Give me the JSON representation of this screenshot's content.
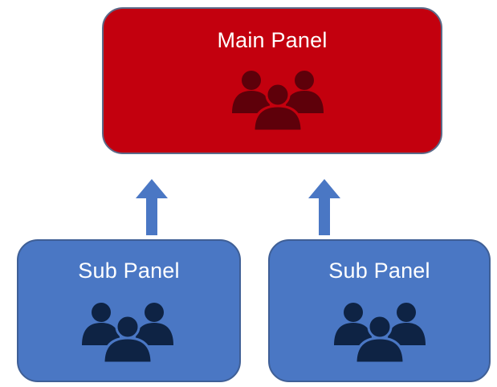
{
  "main_panel": {
    "title": "Main Panel",
    "fill_color": "#c3000e",
    "icon": "people-group-icon",
    "icon_color": "#5e000a"
  },
  "sub_panels": [
    {
      "title": "Sub Panel",
      "fill_color": "#4a77c4",
      "icon": "people-group-icon",
      "icon_color": "#0e2344"
    },
    {
      "title": "Sub Panel",
      "fill_color": "#4a77c4",
      "icon": "people-group-icon",
      "icon_color": "#0e2344"
    }
  ],
  "arrows": [
    {
      "from": "sub_panels.0",
      "to": "main_panel",
      "direction": "up",
      "color": "#4a77c4"
    },
    {
      "from": "sub_panels.1",
      "to": "main_panel",
      "direction": "up",
      "color": "#4a77c4"
    }
  ]
}
